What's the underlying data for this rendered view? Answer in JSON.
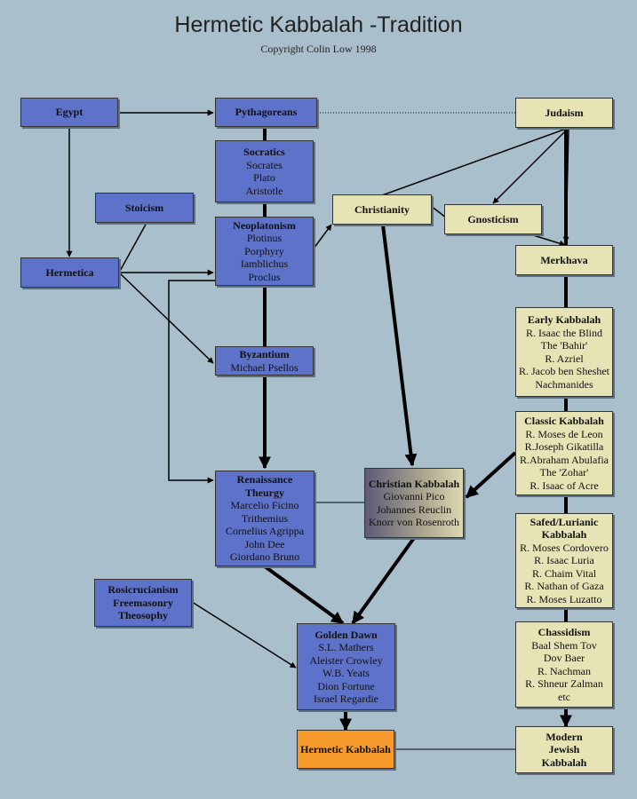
{
  "title": "Hermetic Kabbalah -Tradition",
  "copyright": "Copyright Colin Low 1998",
  "nodes": {
    "egypt": {
      "title": "Egypt",
      "lines": []
    },
    "pythagoreans": {
      "title": "Pythagoreans",
      "lines": []
    },
    "judaism": {
      "title": "Judaism",
      "lines": []
    },
    "socratics": {
      "title": "Socratics",
      "lines": [
        "Socrates",
        "Plato",
        "Aristotle"
      ]
    },
    "stoicism": {
      "title": "Stoicism",
      "lines": []
    },
    "christianity": {
      "title": "Christianity",
      "lines": []
    },
    "gnosticism": {
      "title": "Gnosticism",
      "lines": []
    },
    "neoplatonism": {
      "title": "Neoplatonism",
      "lines": [
        "Plotinus",
        "Porphyry",
        "Iamblichus",
        "Proclus"
      ]
    },
    "hermetica": {
      "title": "Hermetica",
      "lines": []
    },
    "merkhava": {
      "title": "Merkhava",
      "lines": []
    },
    "early_kabbalah": {
      "title": "Early Kabbalah",
      "lines": [
        "R. Isaac the Blind",
        "The 'Bahir'",
        "R. Azriel",
        "R. Jacob ben Sheshet",
        "Nachmanides"
      ]
    },
    "byzantium": {
      "title": "Byzantium",
      "lines": [
        "Michael Psellos"
      ]
    },
    "classic_kabbalah": {
      "title": "Classic Kabbalah",
      "lines": [
        "R. Moses de Leon",
        "R.Joseph Gikatilla",
        "R.Abraham Abulafia",
        "The 'Zohar'",
        "R. Isaac of Acre"
      ]
    },
    "renaissance_theurgy": {
      "title": "Renaissance Theurgy",
      "lines": [
        "Marcelio Ficino",
        "Trithemius",
        "Cornelius Agrippa",
        "John Dee",
        "Giordano Bruno"
      ]
    },
    "christian_kabbalah": {
      "title": "Christian Kabbalah",
      "lines": [
        "Giovanni Pico",
        "Johannes Reuclin",
        "Knorr von Rosenroth"
      ]
    },
    "safed_kabbalah": {
      "title": "Safed/Lurianic Kabbalah",
      "lines": [
        "R. Moses Cordovero",
        "R. Isaac Luria",
        "R. Chaim Vital",
        "R. Nathan of Gaza",
        "R. Moses Luzatto"
      ]
    },
    "rosicrucianism": {
      "title": "Rosicrucianism Freemasonry Theosophy",
      "lines": []
    },
    "golden_dawn": {
      "title": "Golden Dawn",
      "lines": [
        "S.L. Mathers",
        "Aleister Crowley",
        "W.B. Yeats",
        "Dion Fortune",
        "Israel Regardie"
      ]
    },
    "chassidism": {
      "title": "Chassidism",
      "lines": [
        "Baal Shem Tov",
        "Dov Baer",
        "R. Nachman",
        "R. Shneur Zalman",
        "etc"
      ]
    },
    "hermetic_kabbalah": {
      "title": "Hermetic Kabbalah",
      "lines": []
    },
    "modern_jewish_kabbalah": {
      "title": "Modern Jewish Kabbalah",
      "lines": []
    }
  },
  "colors": {
    "background": "#a9bfcc",
    "hermetic_node": "#5f72c9",
    "jewish_node": "#e6e4b5",
    "result_node": "#f79a2c"
  }
}
